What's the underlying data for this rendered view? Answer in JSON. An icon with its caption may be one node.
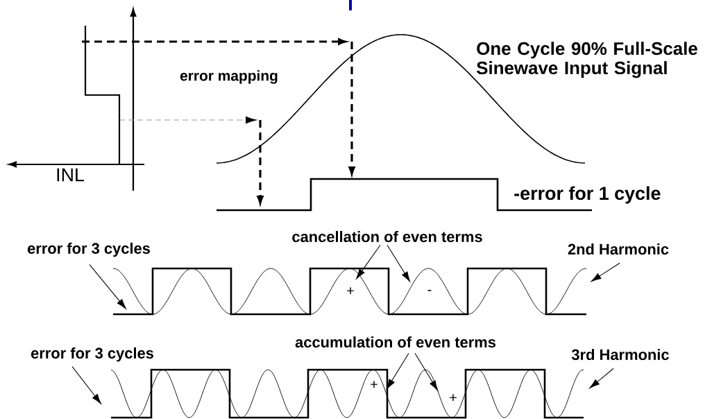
{
  "diagram": {
    "nodes": [
      {
        "text": [
          "error for 3 cycles"
        ]
      },
      {
        "text": [
          "cancellation of even terms"
        ]
      },
      {
        "text": [
          "2nd Harmonic"
        ]
      },
      {
        "text": [
          "error for 3 cycles"
        ]
      },
      {
        "text": [
          "accumulation of even terms"
        ]
      },
      {
        "text": [
          "3rd Harmonic"
        ]
      }
    ],
    "edges": [
      {
        "from": 0,
        "to": null,
        "arrow": "to"
      },
      {
        "from": 1,
        "to": null,
        "arrow": "to"
      },
      {
        "from": 1,
        "to": null,
        "arrow": "to"
      },
      {
        "from": 2,
        "to": null,
        "arrow": "to"
      },
      {
        "from": 3,
        "to": null,
        "arrow": "to"
      },
      {
        "from": 4,
        "to": null,
        "arrow": "to"
      },
      {
        "from": 4,
        "to": null,
        "arrow": "to"
      },
      {
        "from": 5,
        "to": null,
        "arrow": "to"
      }
    ],
    "labels": [
      "One Cycle 90% Full-Scale Sinewave Input Signal",
      "error mapping",
      "INL",
      "-error for 1 cycle",
      "+",
      "-",
      "+",
      "+"
    ]
  }
}
